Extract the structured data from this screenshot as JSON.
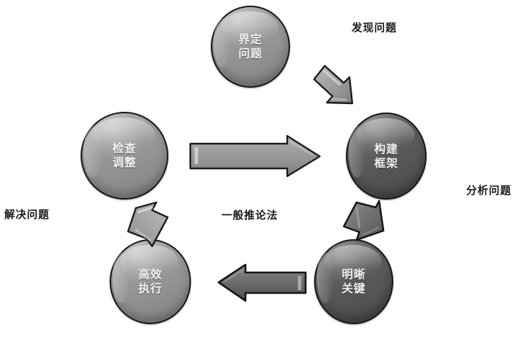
{
  "diagram": {
    "title_center": "一般推论法",
    "nodes": [
      {
        "id": "define",
        "line1": "界定",
        "line2": "问题",
        "tone": "light"
      },
      {
        "id": "framework",
        "line1": "构建",
        "line2": "框架",
        "tone": "dark"
      },
      {
        "id": "clarify",
        "line1": "明晰",
        "line2": "关键",
        "tone": "dark"
      },
      {
        "id": "execute",
        "line1": "高效",
        "line2": "执行",
        "tone": "light"
      },
      {
        "id": "review",
        "line1": "检查",
        "line2": "调整",
        "tone": "light"
      }
    ],
    "captions": [
      {
        "id": "discover",
        "text": "发现问题"
      },
      {
        "id": "analyze",
        "text": "分析问题"
      },
      {
        "id": "solve",
        "text": "解决问题"
      }
    ],
    "arrows": [
      {
        "id": "define-to-framework",
        "direction": "down-right",
        "tone": "light"
      },
      {
        "id": "framework-to-clarify",
        "direction": "down",
        "tone": "dark"
      },
      {
        "id": "clarify-to-execute",
        "direction": "left",
        "tone": "dark"
      },
      {
        "id": "execute-to-review",
        "direction": "up-left",
        "tone": "light"
      },
      {
        "id": "review-to-framework",
        "direction": "right",
        "tone": "light"
      }
    ],
    "colors": {
      "node_light": "#969696",
      "node_dark": "#585858",
      "arrow_light": "#9c9c9c",
      "arrow_dark": "#6b6b6b",
      "outline": "#161616",
      "text_on_node": "#f2f2f2",
      "caption_text": "#1a1a1a",
      "background": "#ffffff"
    }
  }
}
